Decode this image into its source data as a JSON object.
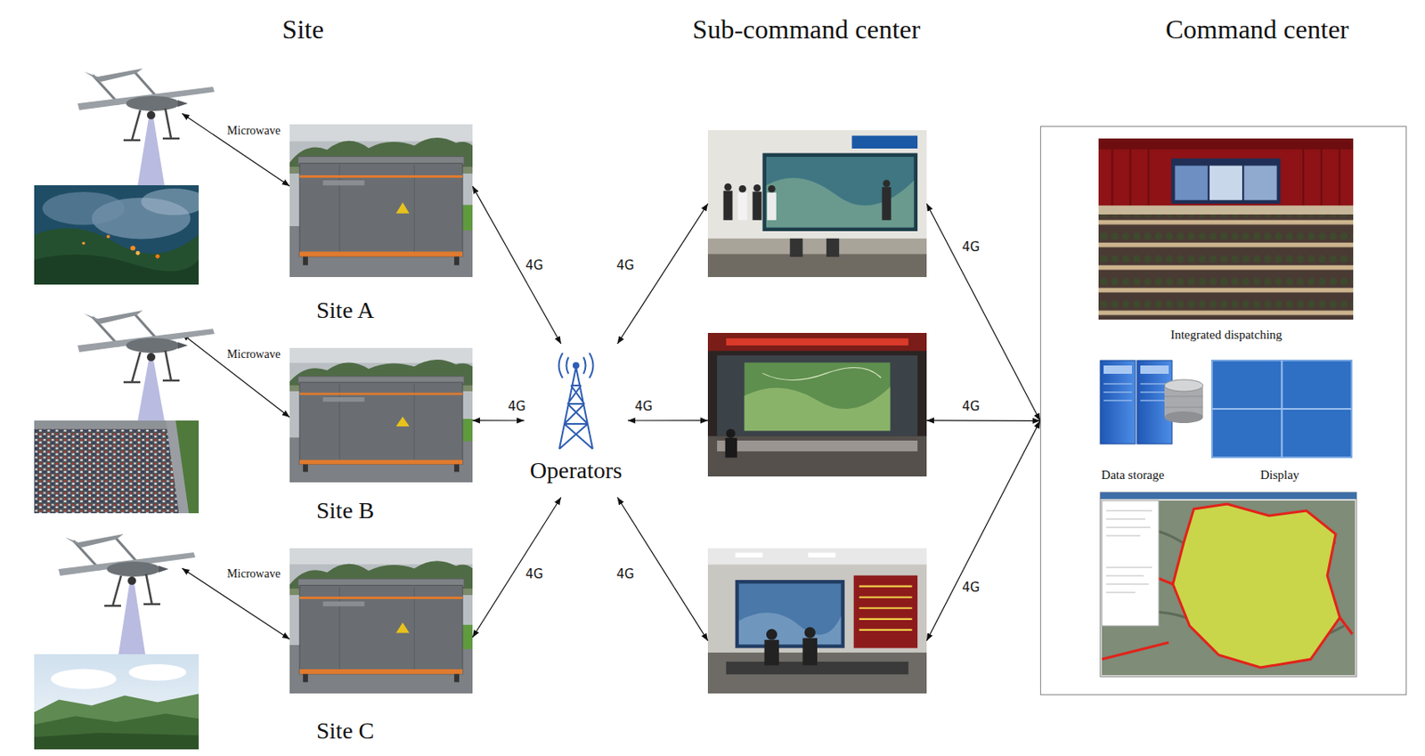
{
  "diagram": {
    "nodes": [
      {
        "text": [
          "Site A"
        ]
      },
      {
        "text": [
          "Site B"
        ]
      },
      {
        "text": [
          "Site C"
        ]
      },
      {
        "text": [
          "Operators"
        ]
      },
      {
        "text": []
      },
      {
        "text": []
      },
      {
        "text": []
      },
      {
        "text": [
          "Integrated dispatching",
          "Data storage",
          "Display"
        ]
      }
    ],
    "edges": [
      {
        "from": 0,
        "to": 3,
        "label": "4G",
        "arrow": "both"
      },
      {
        "from": 1,
        "to": 3,
        "label": "4G",
        "arrow": "both"
      },
      {
        "from": 2,
        "to": 3,
        "label": "4G",
        "arrow": "both"
      },
      {
        "from": 3,
        "to": 4,
        "label": "4G",
        "arrow": "both"
      },
      {
        "from": 3,
        "to": 5,
        "label": "4G",
        "arrow": "both"
      },
      {
        "from": 3,
        "to": 6,
        "label": "4G",
        "arrow": "both"
      },
      {
        "from": 4,
        "to": 7,
        "label": "4G",
        "arrow": "both"
      },
      {
        "from": 5,
        "to": 7,
        "label": "4G",
        "arrow": "both"
      },
      {
        "from": 6,
        "to": 7,
        "label": "4G",
        "arrow": "both"
      }
    ],
    "labels": [
      "Site",
      "Sub-command center",
      "Command center",
      "Microwave",
      "Microwave",
      "Microwave"
    ]
  }
}
